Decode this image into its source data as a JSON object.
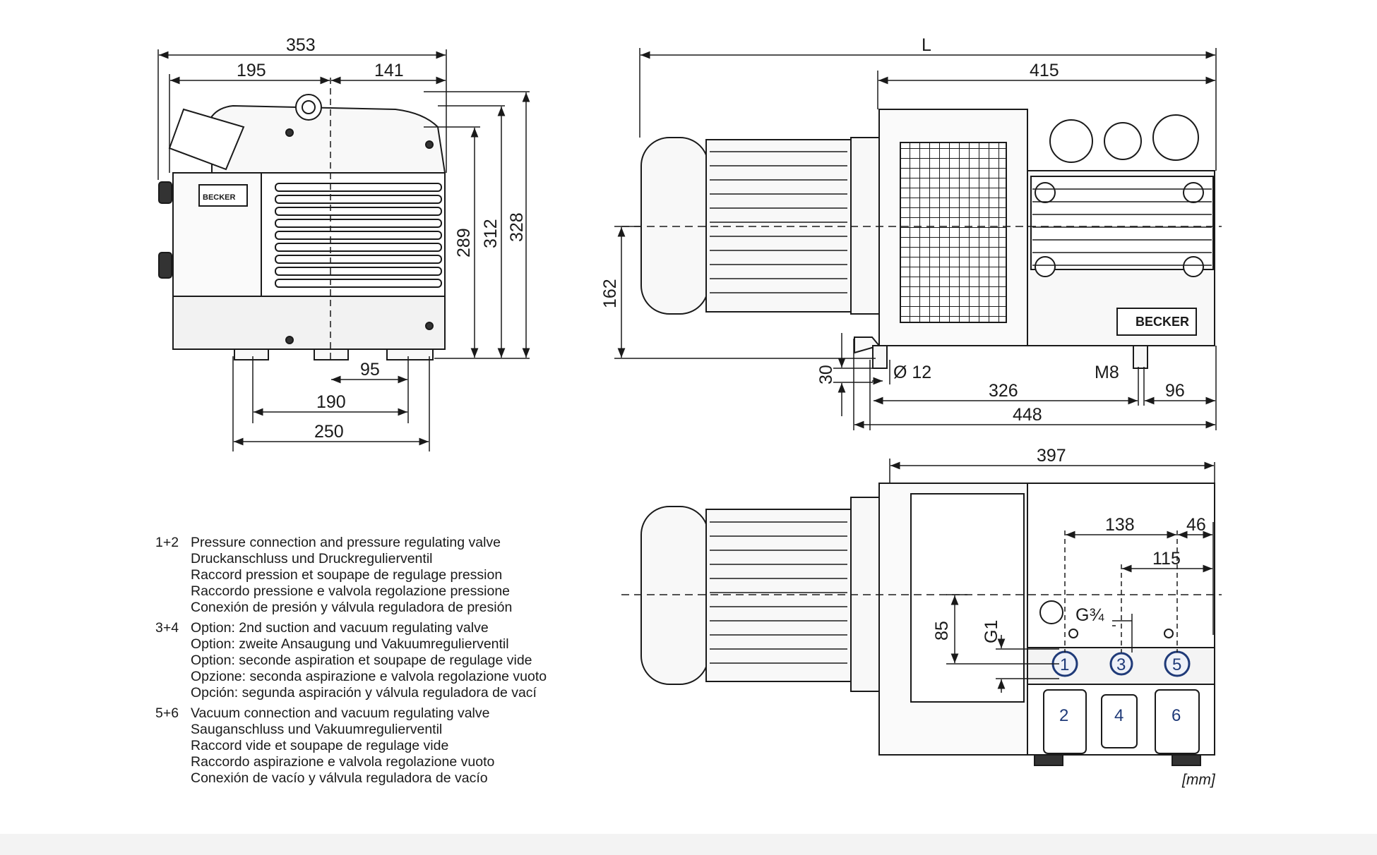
{
  "front": {
    "d353": "353",
    "d195": "195",
    "d141": "141",
    "d289": "289",
    "d312": "312",
    "d328": "328",
    "d95": "95",
    "d190": "190",
    "d250": "250"
  },
  "side": {
    "dL": "L",
    "d415": "415",
    "d162": "162",
    "d30": "30",
    "d12": "Ø 12",
    "dM8": "M8",
    "d326": "326",
    "d96": "96",
    "d448": "448"
  },
  "top": {
    "d397": "397",
    "d138": "138",
    "d46": "46",
    "d115": "115",
    "d85": "85",
    "dG1": "G1",
    "dG34": "G¾",
    "p1": "1",
    "p2": "2",
    "p3": "3",
    "p4": "4",
    "p5": "5",
    "p6": "6"
  },
  "brand": "BECKER",
  "unit": "[mm]",
  "legend": [
    {
      "num": "1+2",
      "lines": [
        "Pressure connection and pressure regulating valve",
        "Druckanschluss und Druckregulierventil",
        "Raccord pression et soupape de regulage pression",
        "Raccordo pressione e valvola regolazione pressione",
        "Conexión de presión y válvula reguladora de presión"
      ]
    },
    {
      "num": "3+4",
      "lines": [
        "Option: 2nd suction and vacuum regulating valve",
        "Option: zweite Ansaugung und Vakuumregulierventil",
        "Option: seconde aspiration et soupape de regulage vide",
        "Opzione: seconda aspirazione e valvola regolazione vuoto",
        "Opción: segunda aspiración y válvula reguladora de vací"
      ]
    },
    {
      "num": "5+6",
      "lines": [
        "Vacuum connection and vacuum regulating valve",
        "Sauganschluss und Vakuumregulierventil",
        "Raccord vide et soupape de regulage vide",
        "Raccordo aspirazione e valvola regolazione vuoto",
        "Conexión de vacío y válvula reguladora de vacío"
      ]
    }
  ],
  "colors": {
    "line": "#1a1a1a",
    "accent": "#1f3a78",
    "fill": "#f7f7f7"
  }
}
